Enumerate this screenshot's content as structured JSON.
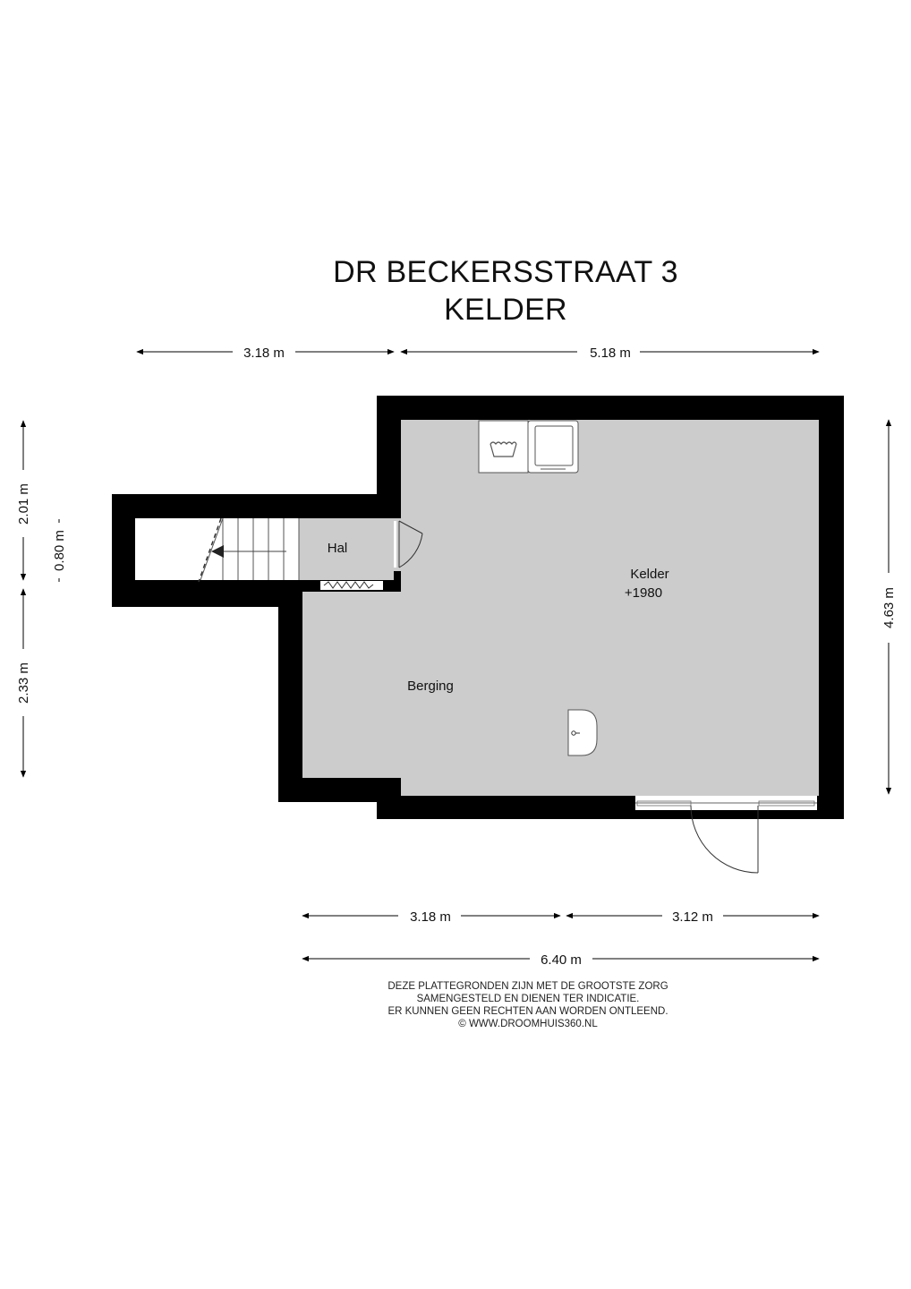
{
  "title": {
    "address": "DR BECKERSSTRAAT 3",
    "floor": "KELDER"
  },
  "rooms": {
    "hal": "Hal",
    "kelder": "Kelder",
    "kelder_level": "+1980",
    "berging": "Berging"
  },
  "dimensions": {
    "top_left": "3.18 m",
    "top_right": "5.18 m",
    "left_upper": "2.01 m",
    "left_middle": "0.80 m",
    "left_lower": "2.33 m",
    "right": "4.63 m",
    "bottom_left": "3.18 m",
    "bottom_right": "3.12 m",
    "bottom_total": "6.40 m"
  },
  "disclaimer": [
    "DEZE PLATTEGRONDEN ZIJN MET DE GROOTSTE ZORG",
    "SAMENGESTELD EN DIENEN TER INDICATIE.",
    "ER KUNNEN GEEN RECHTEN AAN WORDEN ONTLEEND.",
    "© WWW.DROOMHUIS360.NL"
  ],
  "colors": {
    "wall": "#000000",
    "floor": "#cccccc",
    "background": "#ffffff"
  },
  "icons": [
    "washing-machine-icon",
    "dryer-icon",
    "sink-icon",
    "stairs-arrow-icon",
    "door-swing-icon"
  ]
}
